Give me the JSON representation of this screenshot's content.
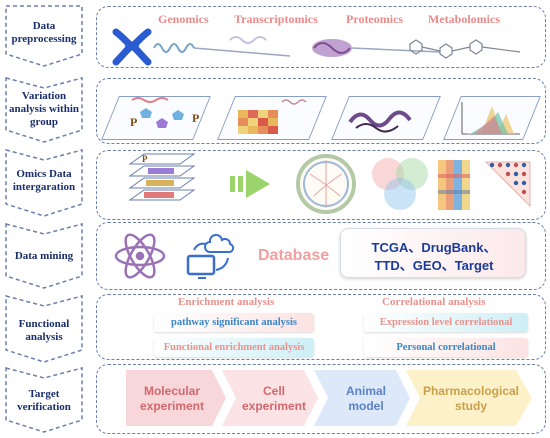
{
  "stages": [
    {
      "label": "Data preprocessing"
    },
    {
      "label": "Variation analysis within group"
    },
    {
      "label": "Omics Data intergaration"
    },
    {
      "label": "Data mining"
    },
    {
      "label": "Functional analysis"
    },
    {
      "label": "Target verification"
    }
  ],
  "omics": [
    "Genomics",
    "Transcriptomics",
    "Proteomics",
    "Metabolomics"
  ],
  "mining": {
    "database_label": "Database",
    "db_line1": "TCGA、DrugBank、",
    "db_line2": "TTD、GEO、Target"
  },
  "functional": {
    "enrichment_header": "Enrichment analysis",
    "correlation_header": "Correlational analysis",
    "pathway": "pathway significant analysis",
    "functional_enrichment": "Functional enrichment analysis",
    "expression_level": "Expression level correlational",
    "personal": "Personal correlational"
  },
  "verification": [
    {
      "line1": "Molecular",
      "line2": "experiment"
    },
    {
      "line1": "Cell",
      "line2": "experiment"
    },
    {
      "line1": "Animal",
      "line2": "model"
    },
    {
      "line1": "Pharmacological",
      "line2": "study"
    }
  ],
  "colors": {
    "stage_text": "#1a2f6b",
    "panel_border": "#6a7fae",
    "accent_pink": "#ec8a8a",
    "db_blue": "#1a3a9c"
  }
}
